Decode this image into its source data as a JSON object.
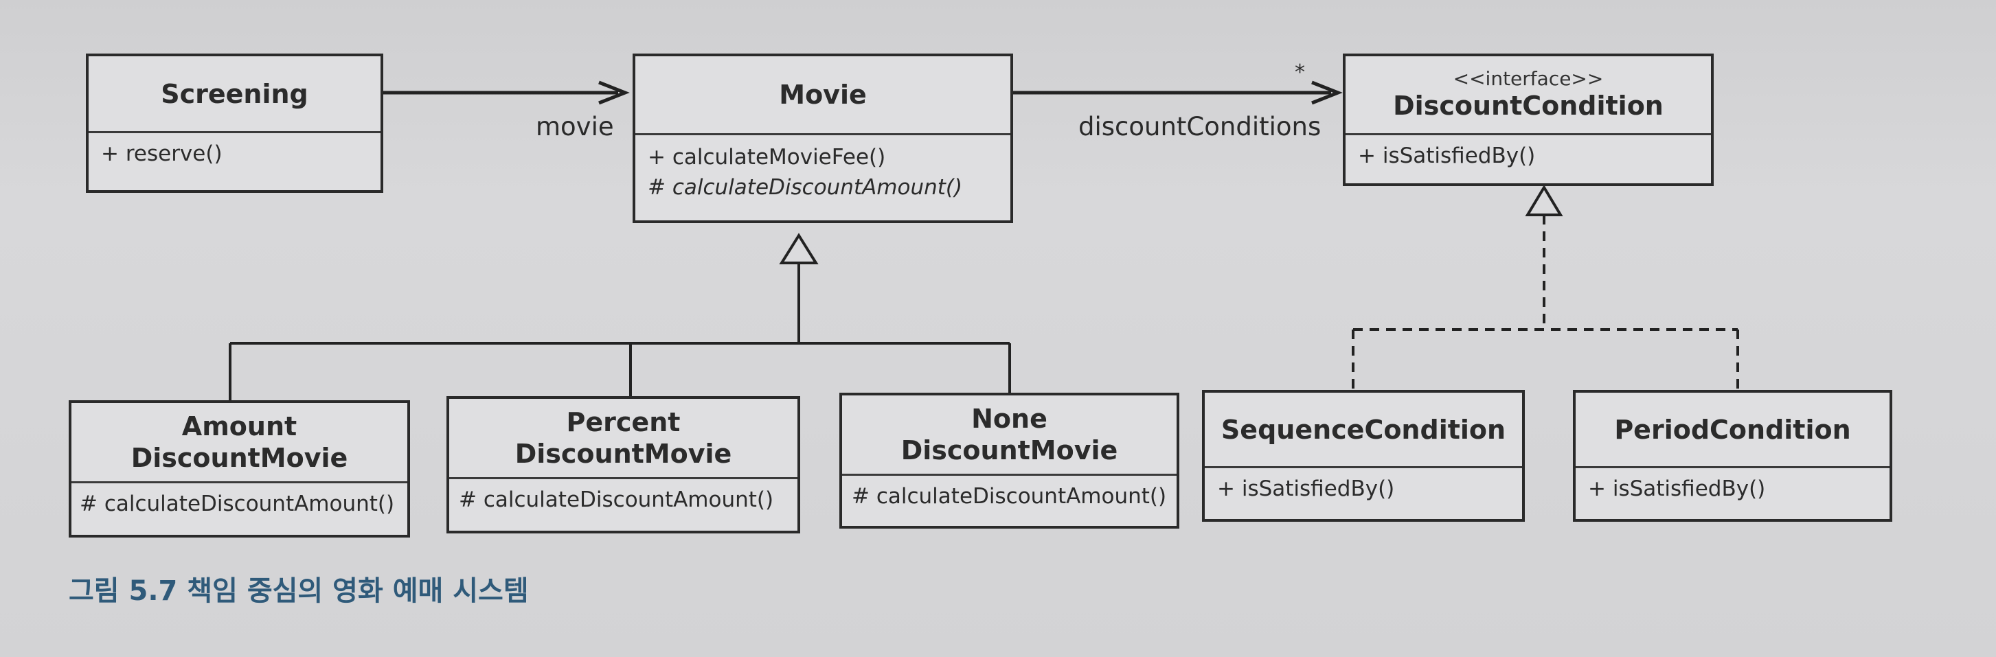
{
  "classes": {
    "screening": {
      "name": "Screening",
      "ops": [
        "+ reserve()"
      ]
    },
    "movie": {
      "name": "Movie",
      "ops": [
        "+ calculateMovieFee()",
        "# calculateDiscountAmount()"
      ]
    },
    "discount_condition": {
      "stereotype": "<<interface>>",
      "name": "DiscountCondition",
      "ops": [
        "+ isSatisfiedBy()"
      ]
    },
    "amount_discount_movie": {
      "name_line1": "Amount",
      "name_line2": "DiscountMovie",
      "ops": [
        "# calculateDiscountAmount()"
      ]
    },
    "percent_discount_movie": {
      "name_line1": "Percent",
      "name_line2": "DiscountMovie",
      "ops": [
        "# calculateDiscountAmount()"
      ]
    },
    "none_discount_movie": {
      "name_line1": "None",
      "name_line2": "DiscountMovie",
      "ops": [
        "# calculateDiscountAmount()"
      ]
    },
    "sequence_condition": {
      "name": "SequenceCondition",
      "ops": [
        "+ isSatisfiedBy()"
      ]
    },
    "period_condition": {
      "name": "PeriodCondition",
      "ops": [
        "+ isSatisfiedBy()"
      ]
    }
  },
  "associations": {
    "movie_role": "movie",
    "discount_conditions_role": "discountConditions",
    "discount_conditions_multiplicity": "*"
  },
  "caption": "그림 5.7 책임 중심의 영화 예매 시스템"
}
